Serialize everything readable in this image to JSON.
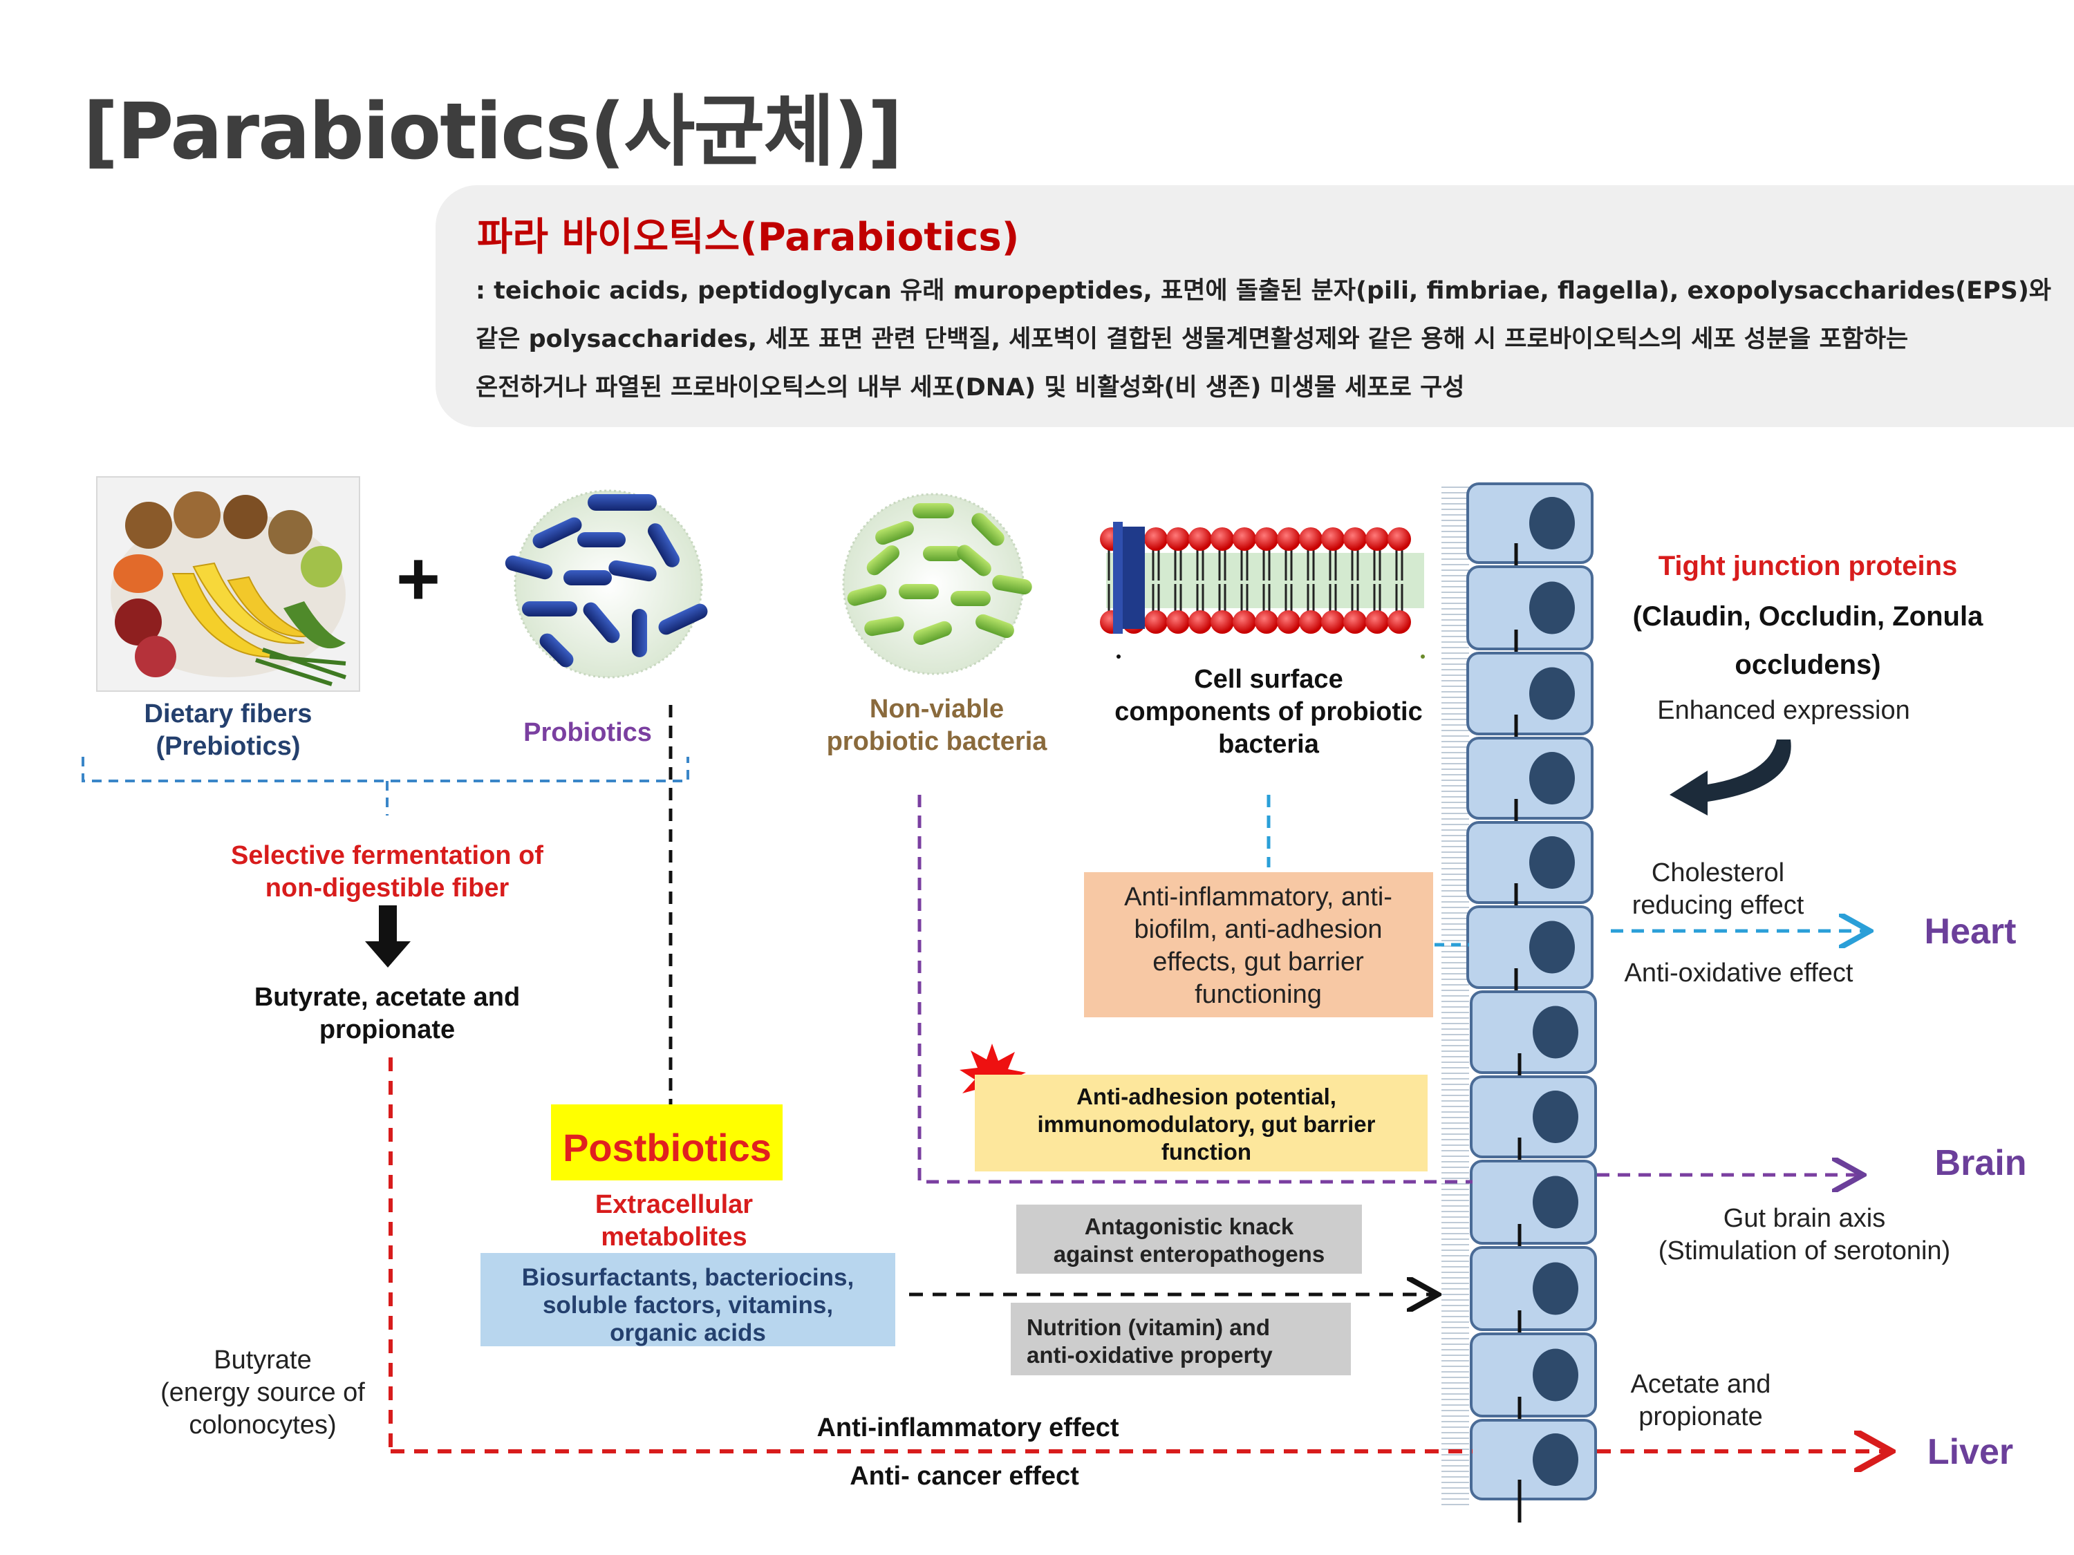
{
  "page": {
    "title": "[Parabiotics(사균체)]"
  },
  "info": {
    "title": "파라 바이오틱스(Parabiotics)",
    "lines": [
      ": teichoic acids, peptidoglycan 유래 muropeptides, 표면에 돌출된 분자(pili, fimbriae, flagella), exopolysaccharides(EPS)와",
      "같은 polysaccharides, 세포 표면 관련 단백질, 세포벽이 결합된 생물계면활성제와 같은 용해 시 프로바이오틱스의 세포 성분을 포함하는",
      "온전하거나 파열된 프로바이오틱스의 내부 세포(DNA) 및 비활성화(비 생존) 미생물 세포로 구성"
    ]
  },
  "diagram": {
    "prebiotics": [
      "Dietary  fibers",
      "(Prebiotics)"
    ],
    "plus": "+",
    "probiotics": "Probiotics",
    "nonviable": [
      "Non-viable",
      "probiotic bacteria"
    ],
    "cell_surface": [
      "Cell surface",
      "components of probiotic",
      "bacteria"
    ],
    "tight_junction_title": "Tight junction proteins",
    "tight_junction_detail": [
      "(Claudin, Occludin, Zonula",
      "occludens)"
    ],
    "enhanced_expression": "Enhanced expression",
    "selective_fermentation": [
      "Selective fermentation of",
      "non-digestible fiber"
    ],
    "butyrate_products": [
      "Butyrate, acetate and",
      "propionate"
    ],
    "anti_inflammatory_box": [
      "Anti-inflammatory, anti-",
      "biofilm, anti-adhesion",
      "effects, gut barrier",
      "functioning"
    ],
    "cholesterol": [
      "Cholesterol",
      "reducing effect"
    ],
    "heart": "Heart",
    "anti_oxidative": "Anti-oxidative effect",
    "anti_adhesion_box": [
      "Anti-adhesion  potential,",
      "immunomodulatory,  gut barrier",
      "function"
    ],
    "postbiotics": "Postbiotics",
    "extracellular": [
      "Extracellular",
      "metabolites"
    ],
    "brain": "Brain",
    "gut_brain": [
      "Gut brain axis",
      "(Stimulation of serotonin)"
    ],
    "antagonistic_box": [
      "Antagonistic knack",
      "against enteropathogens"
    ],
    "biosurfactants_box": [
      "Biosurfactants, bacteriocins,",
      "soluble factors, vitamins,",
      "organic acids"
    ],
    "nutrition_box": [
      "Nutrition (vitamin) and",
      "anti-oxidative property"
    ],
    "butyrate_energy": [
      "Butyrate",
      "(energy source of",
      "colonocytes)"
    ],
    "acetate_propionate": [
      "Acetate and",
      "propionate"
    ],
    "anti_inflammatory_effect": "Anti-inflammatory effect",
    "liver": "Liver",
    "anti_cancer": "Anti- cancer effect"
  },
  "colors": {
    "red_label": "#d81c1c",
    "purple_label": "#7a3fa0",
    "brown_label": "#8a6a3c",
    "organ_purple": "#6b3f9a",
    "cell_fill": "#bcd3ec",
    "cell_stroke": "#4a6b96",
    "nucleus": "#2e4a6b",
    "postbiotics_bg": "#ffff00",
    "orange_box": "#f7c8a4",
    "yellow_box": "#fde79c",
    "blue_box": "#b8d6ee",
    "gray_box": "#cdcdcd"
  }
}
